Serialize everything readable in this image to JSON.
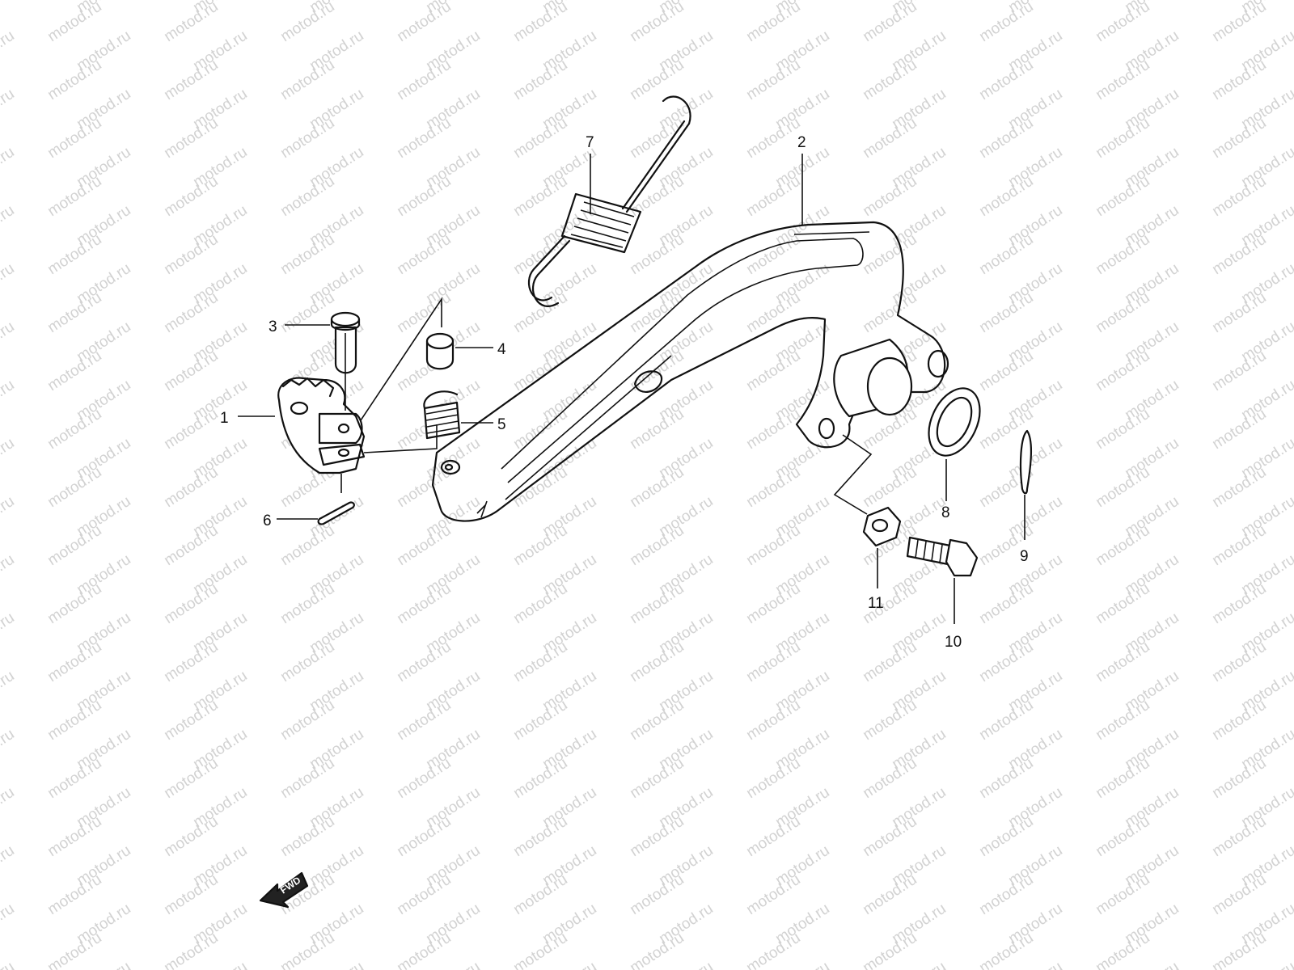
{
  "watermark": "motod.ru",
  "callouts": [
    "1",
    "2",
    "3",
    "4",
    "5",
    "6",
    "7",
    "8",
    "9",
    "10",
    "11"
  ],
  "fwd_label": "FWD",
  "colors": {
    "line": "#111111",
    "watermark": "#d2d2d2",
    "background": "#ffffff"
  }
}
